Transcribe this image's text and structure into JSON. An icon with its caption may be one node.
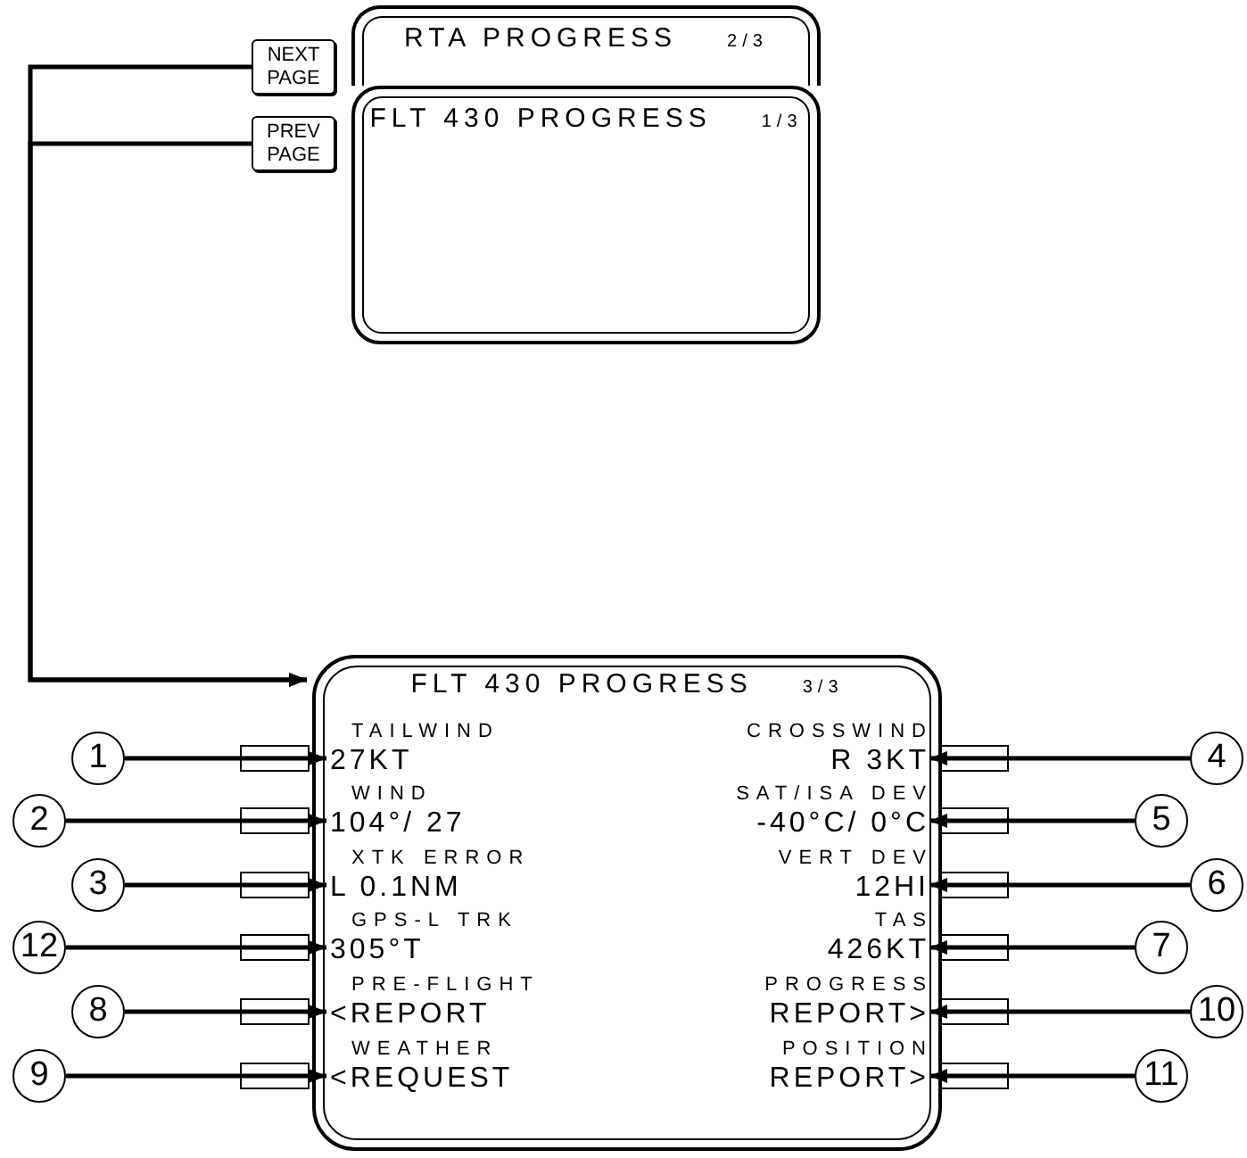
{
  "diagram": {
    "nodes": [
      {
        "text": [
          "NEXT PAGE"
        ]
      },
      {
        "text": [
          "PREV PAGE"
        ]
      },
      {
        "text": [
          "RTA PROGRESS",
          "2/3"
        ]
      },
      {
        "text": [
          "FLT 430 PROGRESS",
          "1/3"
        ]
      },
      {
        "text": [
          "FLT 430 PROGRESS",
          "3/3"
        ]
      },
      {
        "text": [
          "TAILWIND",
          "27KT"
        ],
        "in": 4
      },
      {
        "text": [
          "CROSSWIND",
          "R 3KT"
        ],
        "in": 4
      },
      {
        "text": [
          "WIND",
          "104°/ 27"
        ],
        "in": 4
      },
      {
        "text": [
          "SAT/ISA DEV",
          "-40°C/ 0°C"
        ],
        "in": 4
      },
      {
        "text": [
          "XTK ERROR",
          "L 0.1NM"
        ],
        "in": 4
      },
      {
        "text": [
          "VERT DEV",
          "12HI"
        ],
        "in": 4
      },
      {
        "text": [
          "GPS-L TRK",
          "305°T"
        ],
        "in": 4
      },
      {
        "text": [
          "TAS",
          "426KT"
        ],
        "in": 4
      },
      {
        "text": [
          "PRE-FLIGHT",
          "<REPORT"
        ],
        "in": 4
      },
      {
        "text": [
          "PROGRESS",
          "REPORT>"
        ],
        "in": 4
      },
      {
        "text": [
          "WEATHER",
          "<REQUEST"
        ],
        "in": 4
      },
      {
        "text": [
          "POSITION",
          "REPORT>"
        ],
        "in": 4
      },
      {
        "text": [
          "1"
        ]
      },
      {
        "text": [
          "4"
        ]
      },
      {
        "text": [
          "2"
        ]
      },
      {
        "text": [
          "5"
        ]
      },
      {
        "text": [
          "3"
        ]
      },
      {
        "text": [
          "6"
        ]
      },
      {
        "text": [
          "12"
        ]
      },
      {
        "text": [
          "7"
        ]
      },
      {
        "text": [
          "8"
        ]
      },
      {
        "text": [
          "10"
        ]
      },
      {
        "text": [
          "9"
        ]
      },
      {
        "text": [
          "11"
        ]
      }
    ],
    "edges": [
      {
        "from": 0,
        "to": 4,
        "arrow": "to"
      },
      {
        "from": 1,
        "to": 4,
        "arrow": "to"
      },
      {
        "from": 17,
        "to": 5,
        "arrow": "to"
      },
      {
        "from": 18,
        "to": 6,
        "arrow": "to"
      },
      {
        "from": 19,
        "to": 7,
        "arrow": "to"
      },
      {
        "from": 20,
        "to": 8,
        "arrow": "to"
      },
      {
        "from": 21,
        "to": 9,
        "arrow": "to"
      },
      {
        "from": 22,
        "to": 10,
        "arrow": "to"
      },
      {
        "from": 23,
        "to": 11,
        "arrow": "to"
      },
      {
        "from": 24,
        "to": 12,
        "arrow": "to"
      },
      {
        "from": 25,
        "to": 13,
        "arrow": "to"
      },
      {
        "from": 26,
        "to": 14,
        "arrow": "to"
      },
      {
        "from": 27,
        "to": 15,
        "arrow": "to"
      },
      {
        "from": 28,
        "to": 16,
        "arrow": "to"
      }
    ]
  }
}
